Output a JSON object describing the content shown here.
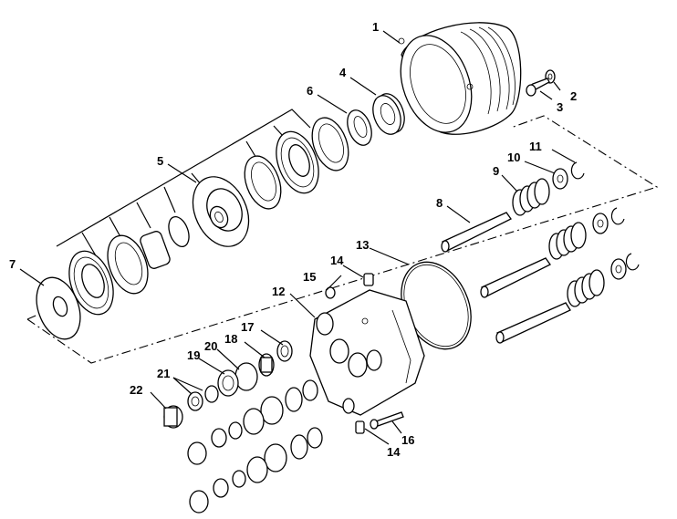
{
  "diagram": {
    "callouts": {
      "c1": "1",
      "c2": "2",
      "c3": "3",
      "c4": "4",
      "c5": "5",
      "c6": "6",
      "c7": "7",
      "c8": "8",
      "c9": "9",
      "c10": "10",
      "c11": "11",
      "c12": "12",
      "c13": "13",
      "c14a": "14",
      "c14b": "14",
      "c15": "15",
      "c16": "16",
      "c17": "17",
      "c18": "18",
      "c19": "19",
      "c20": "20",
      "c21": "21",
      "c22": "22"
    }
  }
}
